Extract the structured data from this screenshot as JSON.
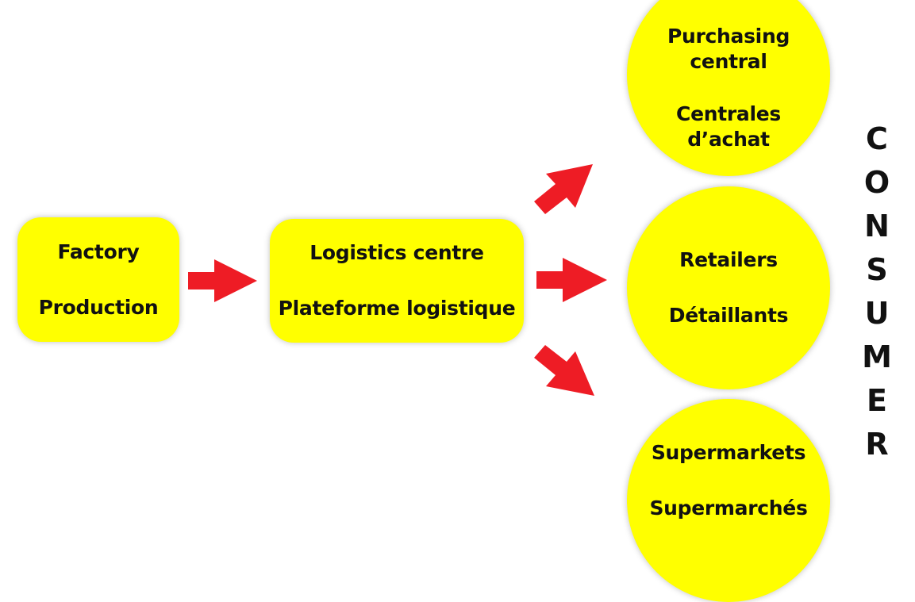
{
  "nodes": {
    "factory": {
      "line1": "Factory",
      "line2": "Production"
    },
    "logistics": {
      "line1": "Logistics centre",
      "line2": "Plateforme logistique"
    },
    "purchasing": {
      "line1": "Purchasing",
      "line2": "central",
      "line3": "Centrales",
      "line4": "d’achat"
    },
    "retailers": {
      "line1": "Retailers",
      "line2": "Détaillants"
    },
    "supermarkets": {
      "line1": "Supermarkets",
      "line2": "Supermarchés"
    }
  },
  "consumer": {
    "letters": [
      "C",
      "O",
      "N",
      "S",
      "U",
      "M",
      "E",
      "R"
    ]
  },
  "colors": {
    "node_fill": "#ffff00",
    "arrow": "#ee1c25",
    "text": "#111111"
  }
}
